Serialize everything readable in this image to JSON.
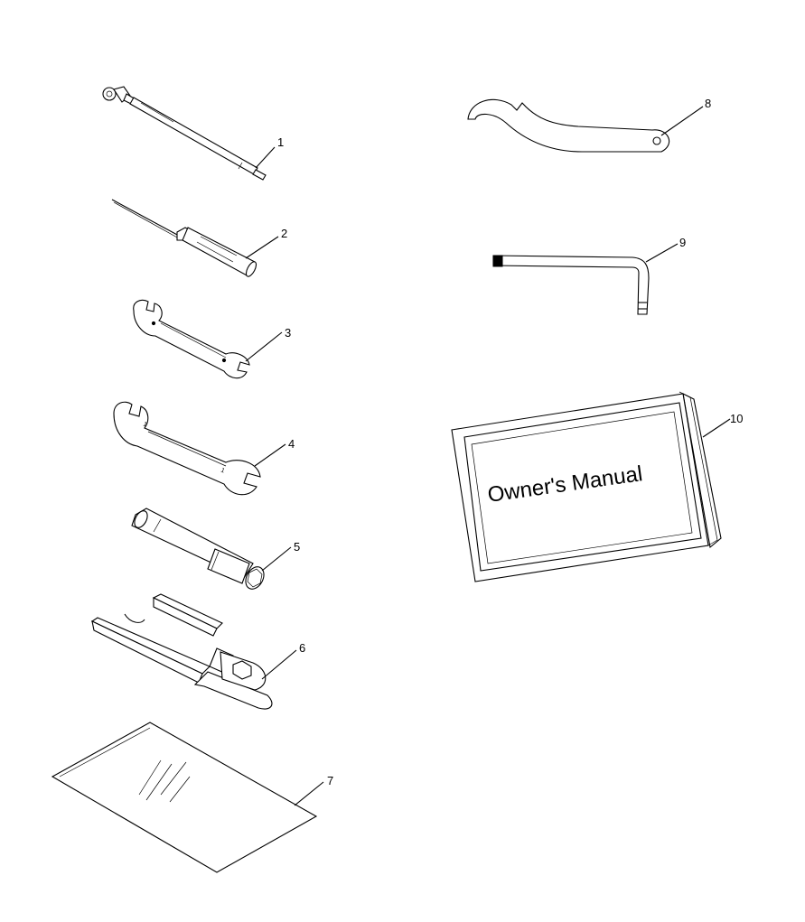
{
  "callouts": [
    {
      "id": "1",
      "label": "1",
      "part": "tire-pressure-gauge"
    },
    {
      "id": "2",
      "label": "2",
      "part": "screwdriver"
    },
    {
      "id": "3",
      "label": "3",
      "part": "small-open-end-wrench"
    },
    {
      "id": "4",
      "label": "4",
      "part": "large-open-end-wrench"
    },
    {
      "id": "5",
      "label": "5",
      "part": "spark-plug-socket"
    },
    {
      "id": "6",
      "label": "6",
      "part": "spring-adjuster-tool"
    },
    {
      "id": "7",
      "label": "7",
      "part": "tool-bag"
    },
    {
      "id": "8",
      "label": "8",
      "part": "spanner-wrench"
    },
    {
      "id": "9",
      "label": "9",
      "part": "allen-wrench"
    },
    {
      "id": "10",
      "label": "10",
      "part": "owners-manual"
    }
  ],
  "manual": {
    "cover_text": "Owner's Manual"
  }
}
